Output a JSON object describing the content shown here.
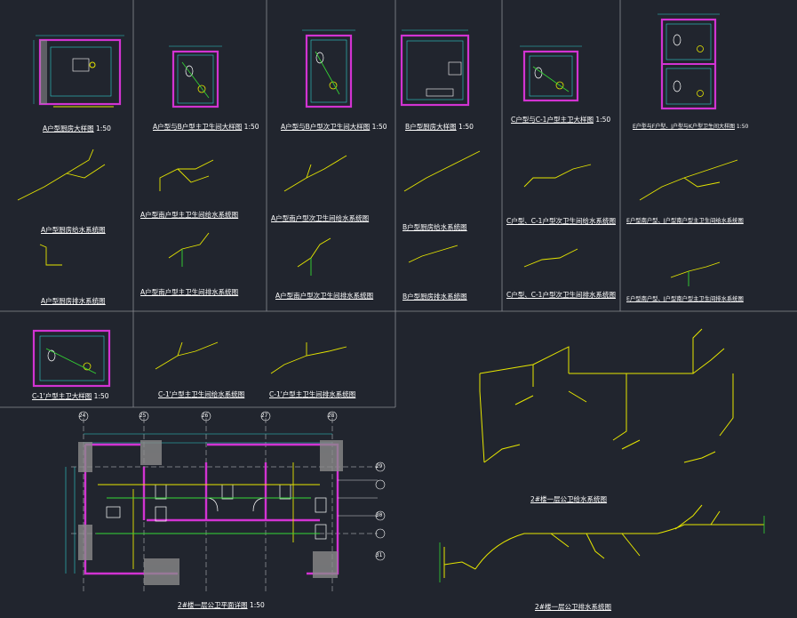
{
  "colors": {
    "background": "#21252e",
    "panel_border": "#8a8d92",
    "pipe_supply": "#e6e600",
    "pipe_drain": "#35d935",
    "wall": "#d233d2",
    "hatch": "#9a9a9a",
    "dimension": "#2fd0d0",
    "text": "#ffffff",
    "room_fill": "#1fb8b8"
  },
  "drawings": {
    "a_kitchen_plan": "A户型厨房大样图",
    "a_bath_plan": "A户型与B户型主卫生间大样图",
    "ab_second_bath_plan": "A户型与B户型次卫生间大样图",
    "b_kitchen_plan": "B户型厨房大样图",
    "c_bath_plan": "C户型与C-1户型主卫大样图",
    "ej_bath_plan": "E户型与F户型、J户型与K户型卫生间大样图",
    "a_kitchen_supply": "A户型厨房给水系统图",
    "a_kitchen_drain": "A户型厨房排水系统图",
    "a_bath_supply": "A户型南户型主卫生间给水系统图",
    "a_bath_drain": "A户型南户型主卫生间排水系统图",
    "a_second_supply": "A户型南户型次卫生间给水系统图",
    "a_second_drain": "A户型南户型次卫生间排水系统图",
    "b_kitchen_supply": "B户型厨房给水系统图",
    "b_kitchen_drain": "B户型厨房排水系统图",
    "c_second_supply": "C户型、C-1户型次卫生间给水系统图",
    "c_second_drain": "C户型、C-1户型次卫生间排水系统图",
    "ej_supply": "E户型南户型、J户型南户型主卫生间给水系统图",
    "ej_drain": "E户型南户型、J户型南户型主卫生间排水系统图",
    "c1_bath_plan": "C-1'户型主卫大样图",
    "c1_supply": "C-1'户型主卫生间给水系统图",
    "c1_drain": "C-1'户型主卫生间排水系统图",
    "public_plan": "2#楼一层公卫平面详图",
    "public_supply": "2#楼一层公卫给水系统图",
    "public_drain": "2#楼一层公卫排水系统图"
  },
  "scale_label": "1:50",
  "grid_labels": [
    "24",
    "25",
    "26",
    "27",
    "28",
    "29",
    "30",
    "31"
  ]
}
